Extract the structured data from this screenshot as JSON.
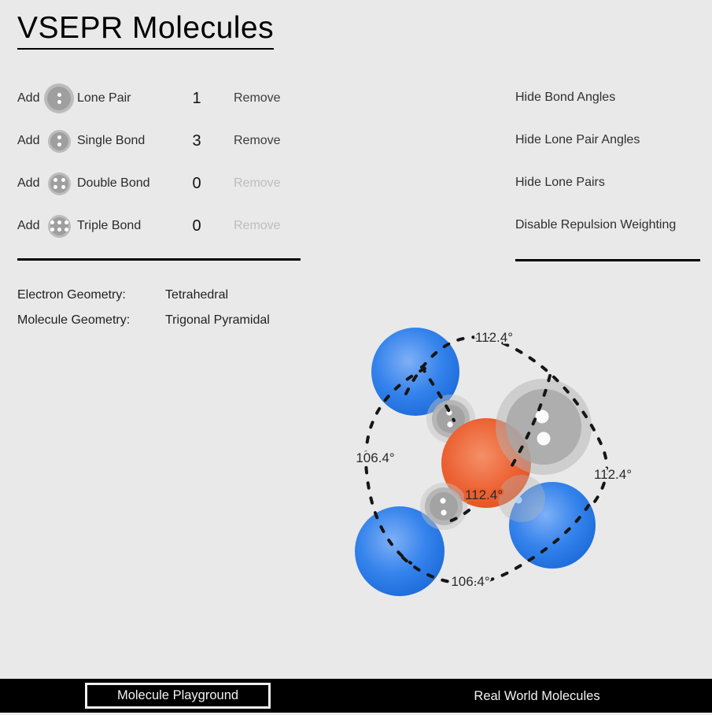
{
  "title": "VSEPR Molecules",
  "controls": {
    "rows": [
      {
        "add": "Add",
        "label": "Lone Pair",
        "count": "1",
        "remove": "Remove",
        "remove_enabled": true
      },
      {
        "add": "Add",
        "label": "Single Bond",
        "count": "3",
        "remove": "Remove",
        "remove_enabled": true
      },
      {
        "add": "Add",
        "label": "Double Bond",
        "count": "0",
        "remove": "Remove",
        "remove_enabled": false
      },
      {
        "add": "Add",
        "label": "Triple Bond",
        "count": "0",
        "remove": "Remove",
        "remove_enabled": false
      }
    ]
  },
  "geometry": {
    "electron_label": "Electron Geometry:",
    "electron_value": "Tetrahedral",
    "molecule_label": "Molecule Geometry:",
    "molecule_value": "Trigonal Pyramidal"
  },
  "view_options": {
    "buttons": [
      "Hide Bond Angles",
      "Hide Lone Pair Angles",
      "Hide Lone Pairs",
      "Disable Repulsion Weighting"
    ]
  },
  "molecule": {
    "colors": {
      "central_atom": "#ec5f30",
      "outer_atom": "#2578e8",
      "lone_pair_gray": "#ababab",
      "dash": "#161616"
    },
    "angle_labels": [
      {
        "id": "top",
        "text": "112.4°"
      },
      {
        "id": "right",
        "text": "112.4°"
      },
      {
        "id": "center",
        "text": "112.4°"
      },
      {
        "id": "left",
        "text": "106.4°"
      },
      {
        "id": "bottom",
        "text": "106.4°"
      }
    ]
  },
  "tabs": [
    {
      "label": "Molecule Playground",
      "selected": true
    },
    {
      "label": "Real World Molecules",
      "selected": false
    }
  ]
}
